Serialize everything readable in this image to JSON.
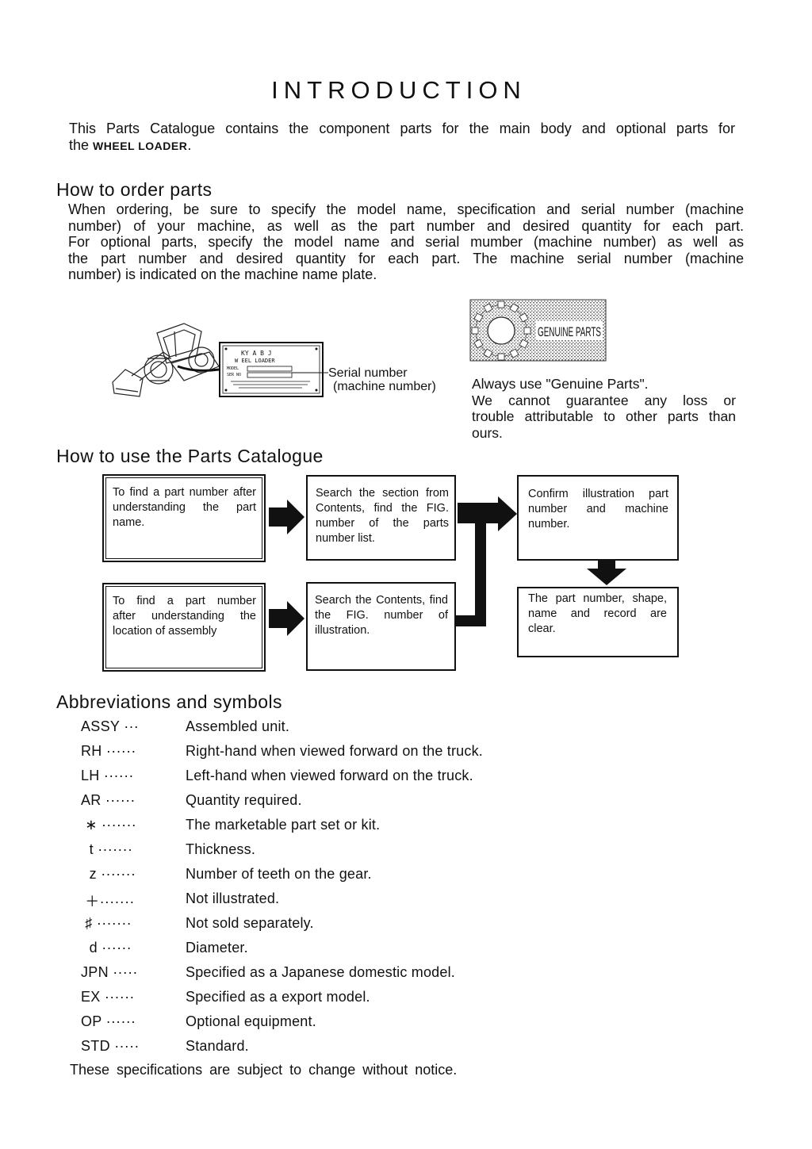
{
  "title": "INTRODUCTION",
  "intro": {
    "line1": "This Parts Catalogue contains the component parts for the main body and optional parts for",
    "line2_prefix": "the",
    "product": "WHEEL LOADER",
    "line2_suffix": "."
  },
  "order": {
    "heading": "How to order parts",
    "lines": [
      "When ordering, be sure to specify the model name, specification and serial number (machine",
      "number) of your machine, as well as the part number and desired quantity for each part.",
      "For optional parts, specify the model name and serial mumber (machine number) as well as",
      "the part number and desired quantity for each part.  The machine serial number (machine",
      "number) is indicated on the machine name plate."
    ],
    "serial_label_1": "Serial number",
    "serial_label_2": "(machine number)",
    "plate_lines": [
      "KY  A B  J",
      "W  EEL  LOADER",
      "MODEL",
      "SER NO"
    ],
    "genuine_label": "GENUINE PARTS",
    "genuine_lines": [
      "Always use \"Genuine Parts\".",
      "We cannot guarantee any loss or",
      "trouble attributable to other parts than",
      "ours."
    ]
  },
  "use": {
    "heading": "How to use the Parts Catalogue",
    "box1": [
      "To find a part number after",
      "understanding the part",
      "name."
    ],
    "box2": [
      "Search the section from",
      "Contents, find the FIG.",
      "number of the parts",
      "number list."
    ],
    "box3": [
      "Confirm illustration part",
      "number and machine",
      "number."
    ],
    "box4": [
      "To find a part number",
      "after understanding the",
      "location of assembly"
    ],
    "box5": [
      "Search the Contents, find",
      "the FIG. number of",
      "illustration."
    ],
    "box6": [
      "The part number, shape,",
      "name and record are",
      "clear."
    ]
  },
  "abbr": {
    "heading": "Abbreviations  and  symbols",
    "items": [
      {
        "key": "ASSY ···",
        "desc": "Assembled unit."
      },
      {
        "key": "RH ······",
        "desc": "Right-hand when viewed forward on the truck."
      },
      {
        "key": "LH ······",
        "desc": "Left-hand when viewed forward on the truck."
      },
      {
        "key": "AR ······",
        "desc": "Quantity required."
      },
      {
        "key": " ∗ ·······",
        "desc": "The marketable part set or kit."
      },
      {
        "key": "  t ·······",
        "desc": "Thickness."
      },
      {
        "key": "  z ·······",
        "desc": "Number of teeth on the gear."
      },
      {
        "key": " ＋·······",
        "desc": "Not illustrated."
      },
      {
        "key": " ♯ ·······",
        "desc": "Not sold separately."
      },
      {
        "key": "  d ······",
        "desc": "Diameter."
      },
      {
        "key": "JPN ·····",
        "desc": "Specified as a Japanese domestic model."
      },
      {
        "key": "EX ······",
        "desc": "Specified as a export model."
      },
      {
        "key": "OP ······",
        "desc": "Optional equipment."
      },
      {
        "key": "STD ·····",
        "desc": "Standard."
      }
    ],
    "footer": "These specifications are subject to change without notice."
  }
}
